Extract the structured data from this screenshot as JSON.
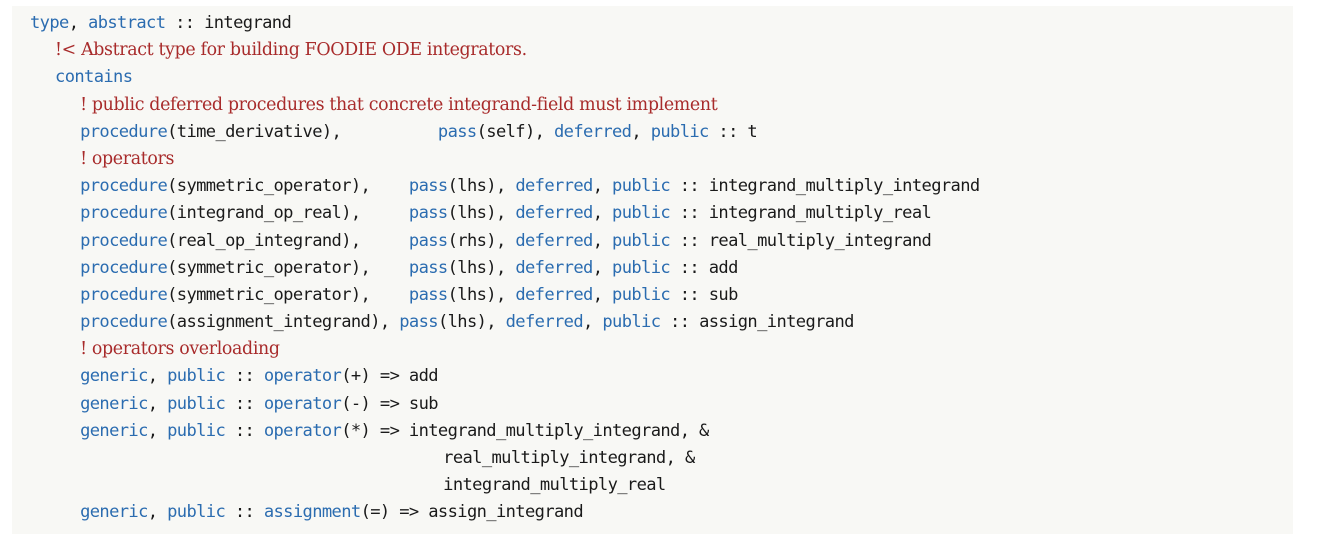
{
  "listing": {
    "language": "Fortran",
    "background_color": "#F8F8F5",
    "keyword_color": "#2B6CB0",
    "comment_color": "#A82B2B",
    "text_color": "#1A1A1A",
    "lines": [
      {
        "indent": 0,
        "tokens": [
          {
            "t": "kw",
            "s": "type"
          },
          {
            "t": "txt",
            "s": ", "
          },
          {
            "t": "kw",
            "s": "abstract"
          },
          {
            "t": "txt",
            "s": " :: integrand"
          }
        ]
      },
      {
        "indent": 2,
        "tokens": [
          {
            "t": "com",
            "s": "!< Abstract type for building FOODIE ODE integrators.",
            "font": "serif"
          }
        ]
      },
      {
        "indent": 2,
        "tokens": [
          {
            "t": "kw",
            "s": "contains"
          }
        ]
      },
      {
        "indent": 4,
        "tokens": [
          {
            "t": "com",
            "s": "! public deferred procedures that concrete integrand-field must implement",
            "font": "serif"
          }
        ]
      },
      {
        "indent": 4,
        "tokens": [
          {
            "t": "kw",
            "s": "procedure"
          },
          {
            "t": "txt",
            "s": "(time_derivative),          "
          },
          {
            "t": "kw",
            "s": "pass"
          },
          {
            "t": "txt",
            "s": "(self), "
          },
          {
            "t": "kw",
            "s": "deferred"
          },
          {
            "t": "txt",
            "s": ", "
          },
          {
            "t": "kw",
            "s": "public"
          },
          {
            "t": "txt",
            "s": " :: t"
          }
        ]
      },
      {
        "indent": 4,
        "tokens": [
          {
            "t": "com",
            "s": "! operators",
            "font": "serif"
          }
        ]
      },
      {
        "indent": 4,
        "tokens": [
          {
            "t": "kw",
            "s": "procedure"
          },
          {
            "t": "txt",
            "s": "(symmetric_operator),    "
          },
          {
            "t": "kw",
            "s": "pass"
          },
          {
            "t": "txt",
            "s": "(lhs), "
          },
          {
            "t": "kw",
            "s": "deferred"
          },
          {
            "t": "txt",
            "s": ", "
          },
          {
            "t": "kw",
            "s": "public"
          },
          {
            "t": "txt",
            "s": " :: integrand_multiply_integrand"
          }
        ]
      },
      {
        "indent": 4,
        "tokens": [
          {
            "t": "kw",
            "s": "procedure"
          },
          {
            "t": "txt",
            "s": "(integrand_op_real),     "
          },
          {
            "t": "kw",
            "s": "pass"
          },
          {
            "t": "txt",
            "s": "(lhs), "
          },
          {
            "t": "kw",
            "s": "deferred"
          },
          {
            "t": "txt",
            "s": ", "
          },
          {
            "t": "kw",
            "s": "public"
          },
          {
            "t": "txt",
            "s": " :: integrand_multiply_real"
          }
        ]
      },
      {
        "indent": 4,
        "tokens": [
          {
            "t": "kw",
            "s": "procedure"
          },
          {
            "t": "txt",
            "s": "(real_op_integrand),     "
          },
          {
            "t": "kw",
            "s": "pass"
          },
          {
            "t": "txt",
            "s": "(rhs), "
          },
          {
            "t": "kw",
            "s": "deferred"
          },
          {
            "t": "txt",
            "s": ", "
          },
          {
            "t": "kw",
            "s": "public"
          },
          {
            "t": "txt",
            "s": " :: real_multiply_integrand"
          }
        ]
      },
      {
        "indent": 4,
        "tokens": [
          {
            "t": "kw",
            "s": "procedure"
          },
          {
            "t": "txt",
            "s": "(symmetric_operator),    "
          },
          {
            "t": "kw",
            "s": "pass"
          },
          {
            "t": "txt",
            "s": "(lhs), "
          },
          {
            "t": "kw",
            "s": "deferred"
          },
          {
            "t": "txt",
            "s": ", "
          },
          {
            "t": "kw",
            "s": "public"
          },
          {
            "t": "txt",
            "s": " :: add"
          }
        ]
      },
      {
        "indent": 4,
        "tokens": [
          {
            "t": "kw",
            "s": "procedure"
          },
          {
            "t": "txt",
            "s": "(symmetric_operator),    "
          },
          {
            "t": "kw",
            "s": "pass"
          },
          {
            "t": "txt",
            "s": "(lhs), "
          },
          {
            "t": "kw",
            "s": "deferred"
          },
          {
            "t": "txt",
            "s": ", "
          },
          {
            "t": "kw",
            "s": "public"
          },
          {
            "t": "txt",
            "s": " :: sub"
          }
        ]
      },
      {
        "indent": 4,
        "tokens": [
          {
            "t": "kw",
            "s": "procedure"
          },
          {
            "t": "txt",
            "s": "(assignment_integrand), "
          },
          {
            "t": "kw",
            "s": "pass"
          },
          {
            "t": "txt",
            "s": "(lhs), "
          },
          {
            "t": "kw",
            "s": "deferred"
          },
          {
            "t": "txt",
            "s": ", "
          },
          {
            "t": "kw",
            "s": "public"
          },
          {
            "t": "txt",
            "s": " :: assign_integrand"
          }
        ]
      },
      {
        "indent": 4,
        "tokens": [
          {
            "t": "com",
            "s": "! operators overloading",
            "font": "serif"
          }
        ]
      },
      {
        "indent": 4,
        "tokens": [
          {
            "t": "kw",
            "s": "generic"
          },
          {
            "t": "txt",
            "s": ", "
          },
          {
            "t": "kw",
            "s": "public"
          },
          {
            "t": "txt",
            "s": " :: "
          },
          {
            "t": "kw",
            "s": "operator"
          },
          {
            "t": "txt",
            "s": "(+) => add"
          }
        ]
      },
      {
        "indent": 4,
        "tokens": [
          {
            "t": "kw",
            "s": "generic"
          },
          {
            "t": "txt",
            "s": ", "
          },
          {
            "t": "kw",
            "s": "public"
          },
          {
            "t": "txt",
            "s": " :: "
          },
          {
            "t": "kw",
            "s": "operator"
          },
          {
            "t": "txt",
            "s": "(-) => sub"
          }
        ]
      },
      {
        "indent": 4,
        "tokens": [
          {
            "t": "kw",
            "s": "generic"
          },
          {
            "t": "txt",
            "s": ", "
          },
          {
            "t": "kw",
            "s": "public"
          },
          {
            "t": "txt",
            "s": " :: "
          },
          {
            "t": "kw",
            "s": "operator"
          },
          {
            "t": "txt",
            "s": "(*) => integrand_multiply_integrand, &"
          }
        ]
      },
      {
        "indent": 33,
        "tokens": [
          {
            "t": "txt",
            "s": "real_multiply_integrand, &"
          }
        ]
      },
      {
        "indent": 33,
        "tokens": [
          {
            "t": "txt",
            "s": "integrand_multiply_real"
          }
        ]
      },
      {
        "indent": 4,
        "tokens": [
          {
            "t": "kw",
            "s": "generic"
          },
          {
            "t": "txt",
            "s": ", "
          },
          {
            "t": "kw",
            "s": "public"
          },
          {
            "t": "txt",
            "s": " :: "
          },
          {
            "t": "kw",
            "s": "assignment"
          },
          {
            "t": "txt",
            "s": "(=) => assign_integrand"
          }
        ]
      }
    ]
  }
}
